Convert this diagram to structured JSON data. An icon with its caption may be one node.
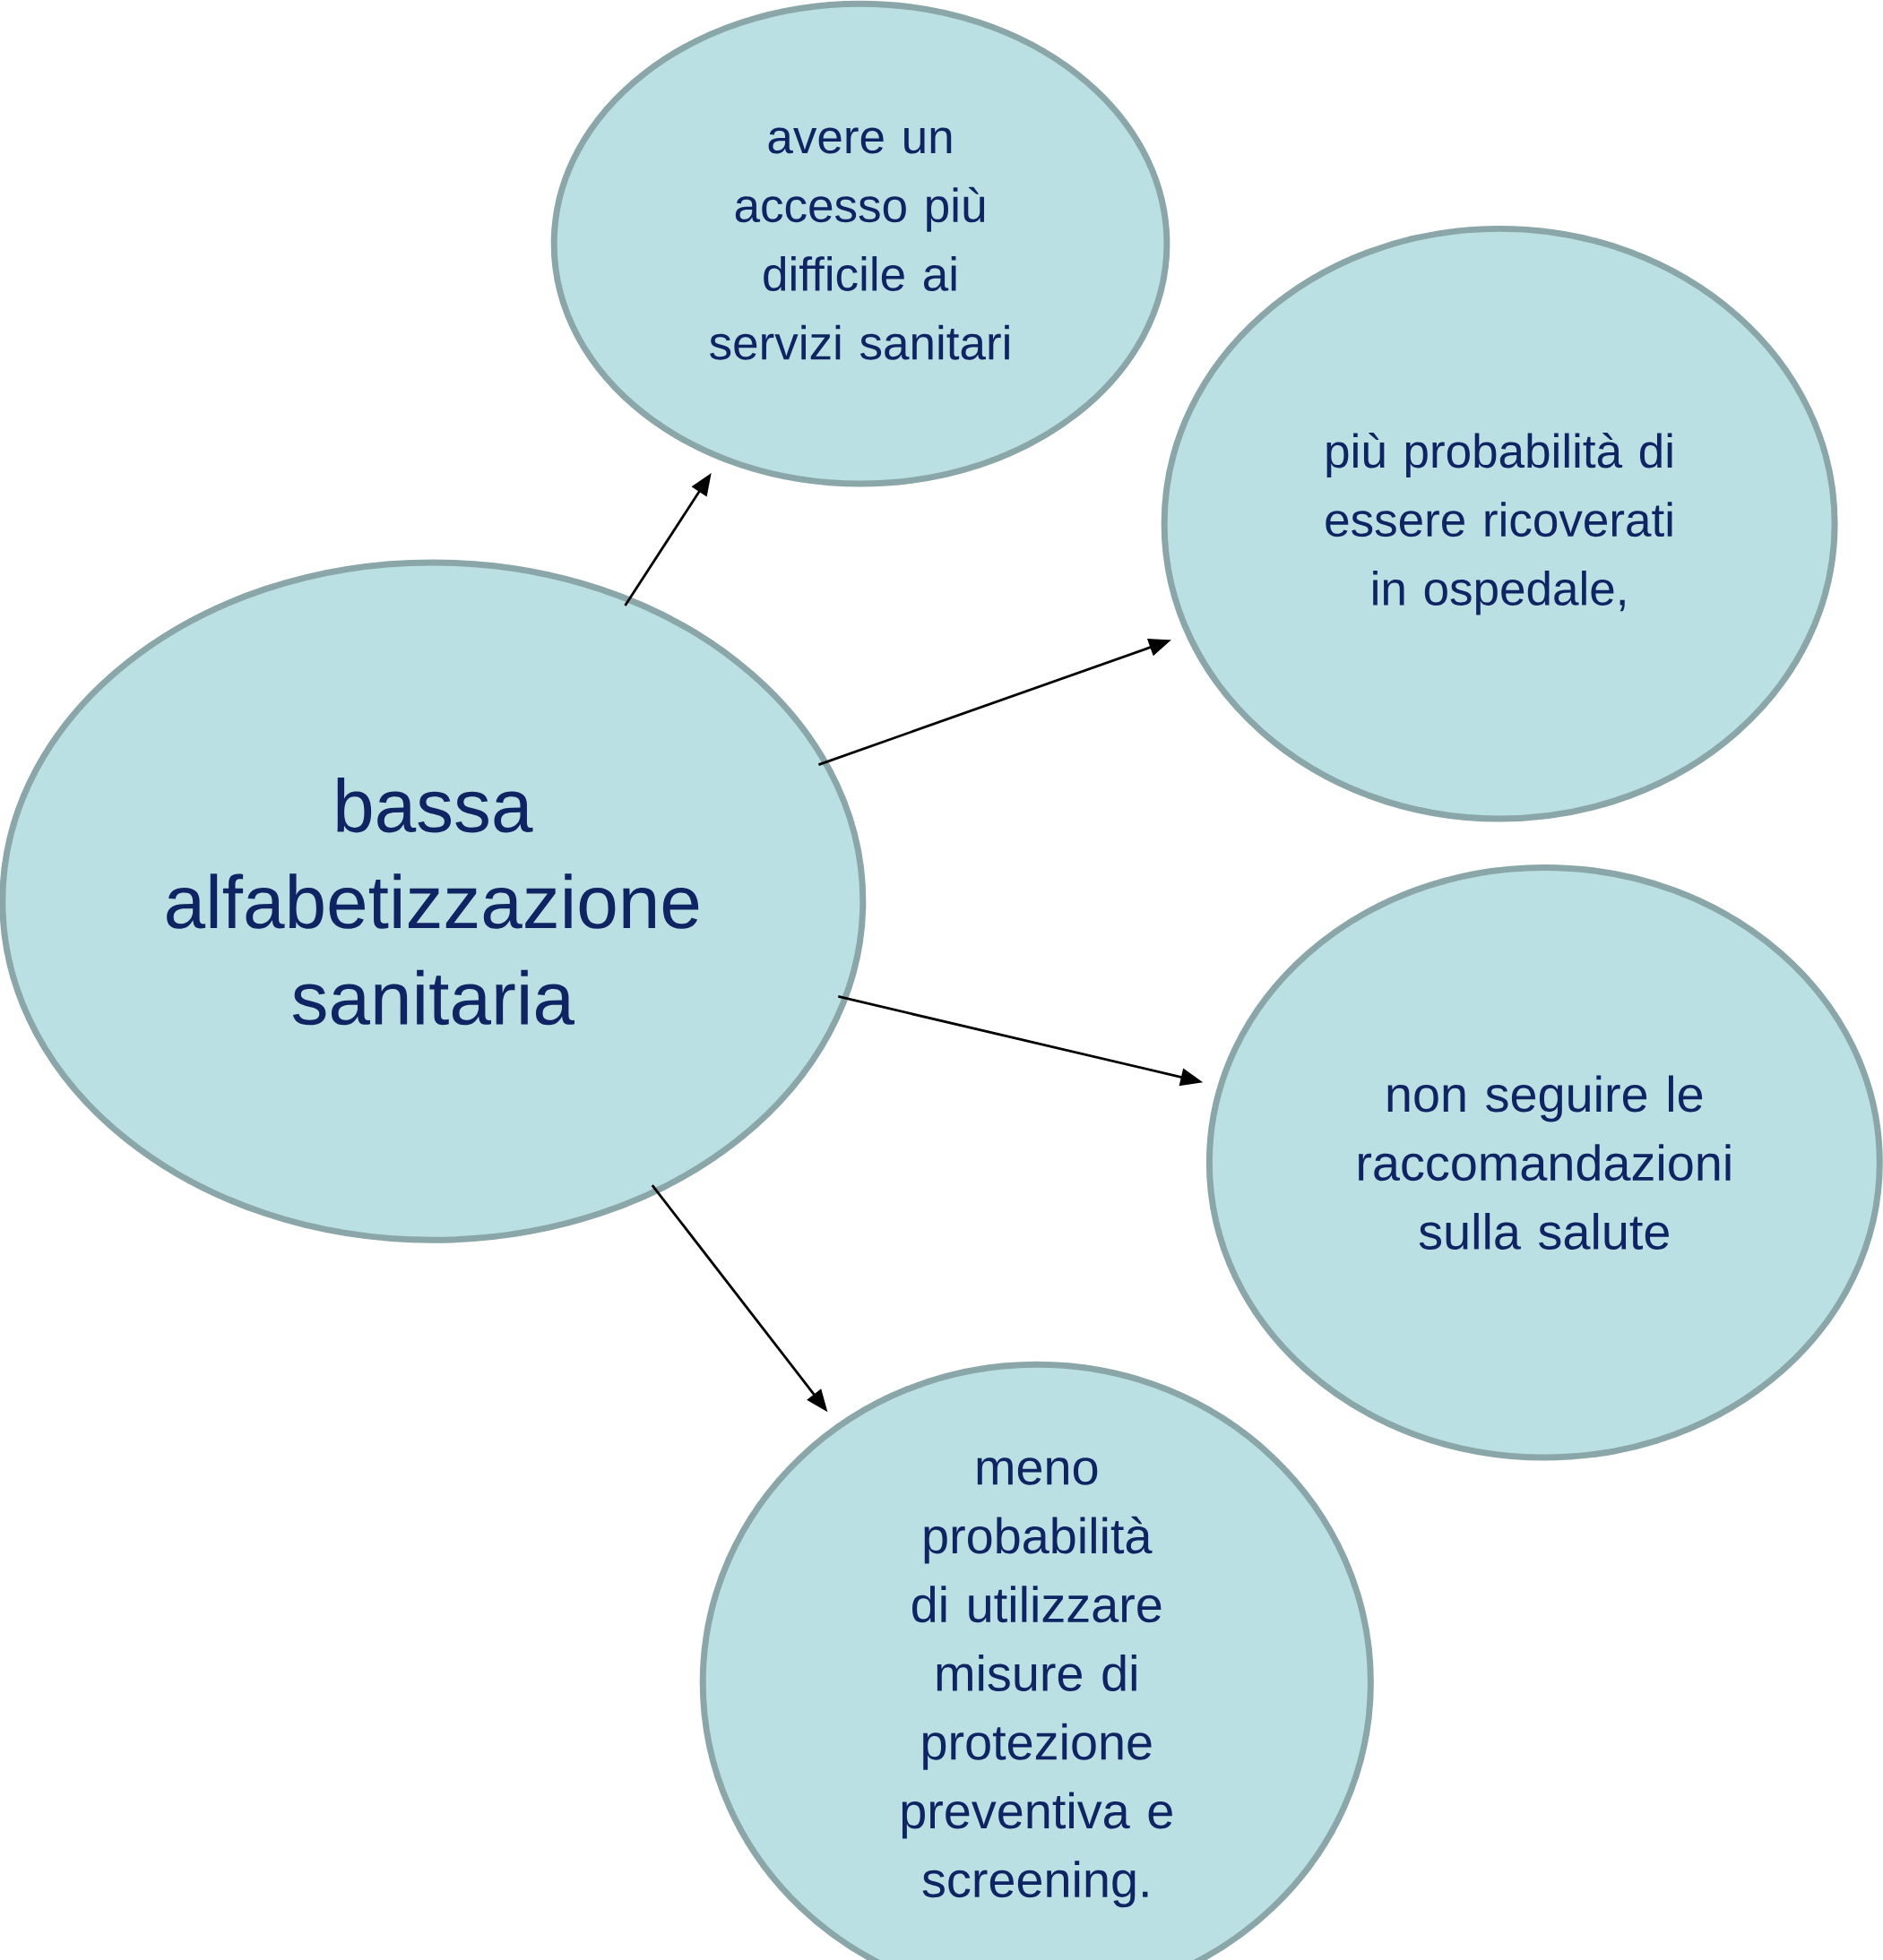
{
  "diagram": {
    "nodes": [
      {
        "text": [
          "bassa alfabetizzazione sanitaria"
        ]
      },
      {
        "text": [
          "avere un accesso più difficile ai servizi sanitari"
        ]
      },
      {
        "text": [
          "più probabilità di essere ricoverati in ospedale,"
        ]
      },
      {
        "text": [
          "non seguire le raccomandazioni sulla salute"
        ]
      },
      {
        "text": [
          "meno probabilità di utilizzare misure di protezione preventiva e screening."
        ]
      }
    ],
    "edges": [
      {
        "from": 0,
        "to": 1,
        "arrow": "to"
      },
      {
        "from": 0,
        "to": 2,
        "arrow": "to"
      },
      {
        "from": 0,
        "to": 3,
        "arrow": "to"
      },
      {
        "from": 0,
        "to": 4,
        "arrow": "to"
      }
    ]
  }
}
